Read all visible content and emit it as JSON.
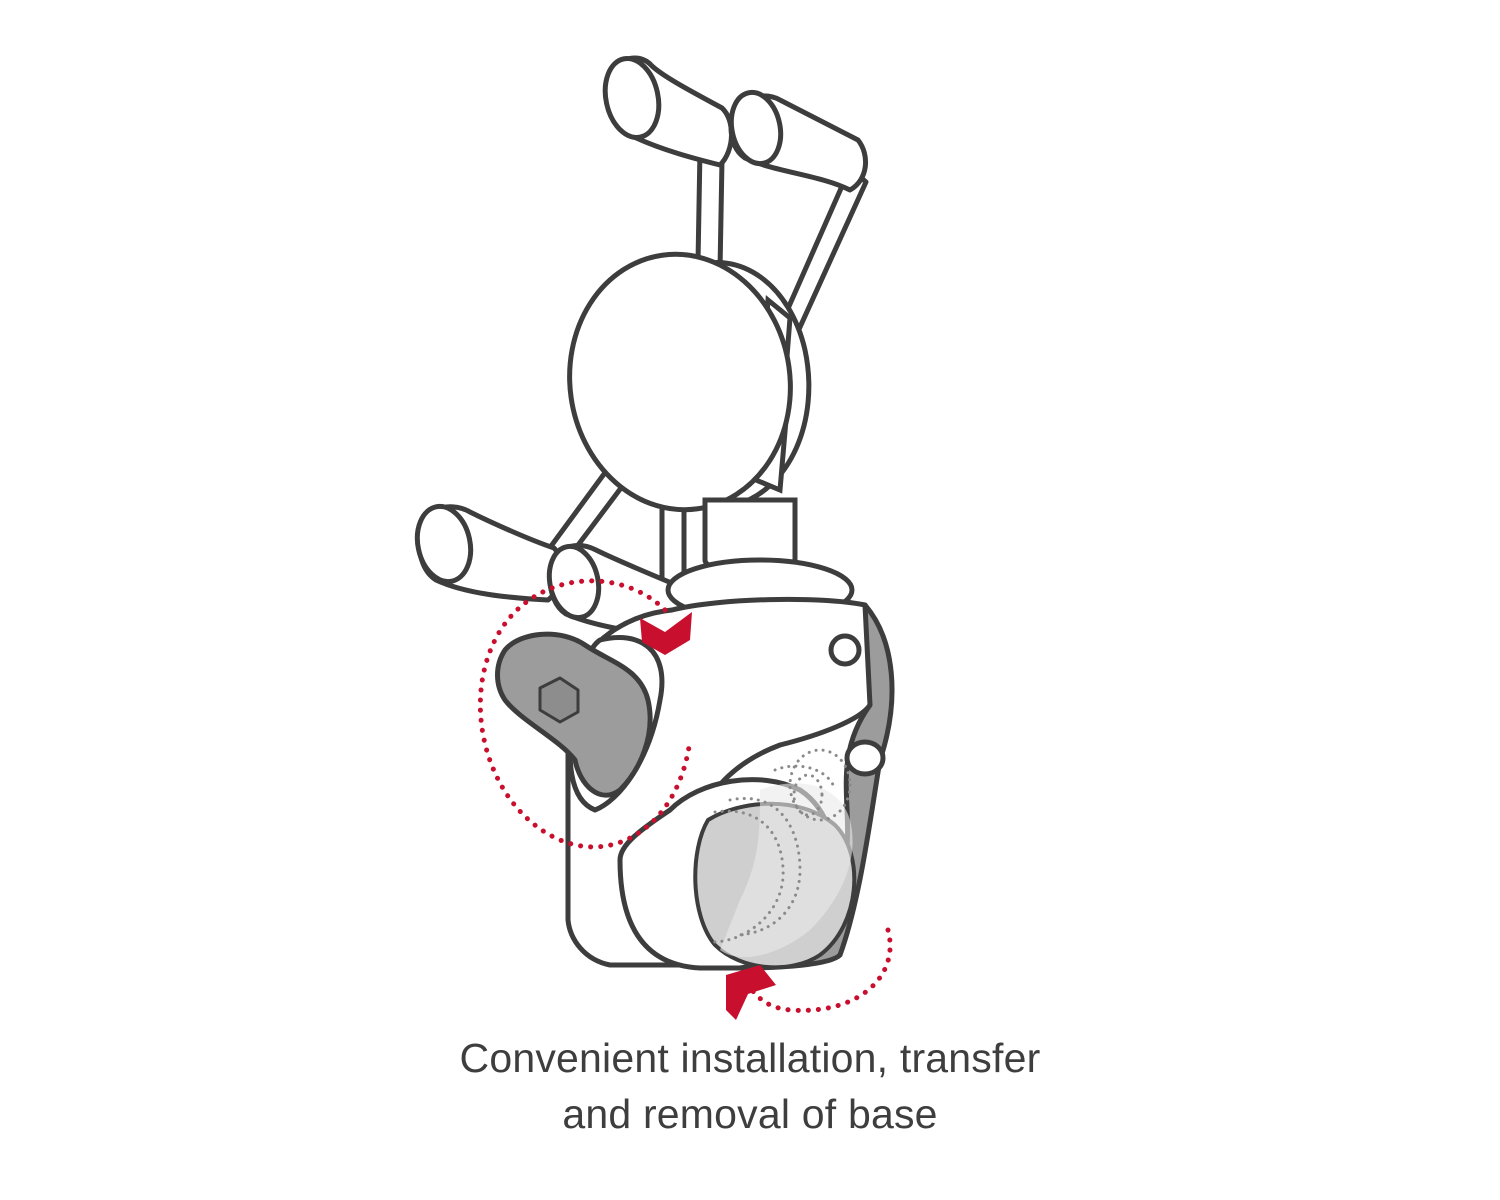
{
  "caption": {
    "line1": "Convenient installation, transfer",
    "line2": "and removal of base"
  },
  "colors": {
    "outline": "#3d3d3d",
    "body_fill": "#ffffff",
    "shade": "#9c9c9c",
    "shade_light": "#cfcfcf",
    "accent_red": "#c8102e",
    "dots_gray": "#8a8a8a",
    "caption_text": "#3e3e3e"
  },
  "icons": {
    "motion_arrow_primary": "chevron-arrow-down-icon",
    "motion_arrow_secondary": "chevron-arrow-up-icon",
    "rotation_path": "dotted-circle-path"
  }
}
